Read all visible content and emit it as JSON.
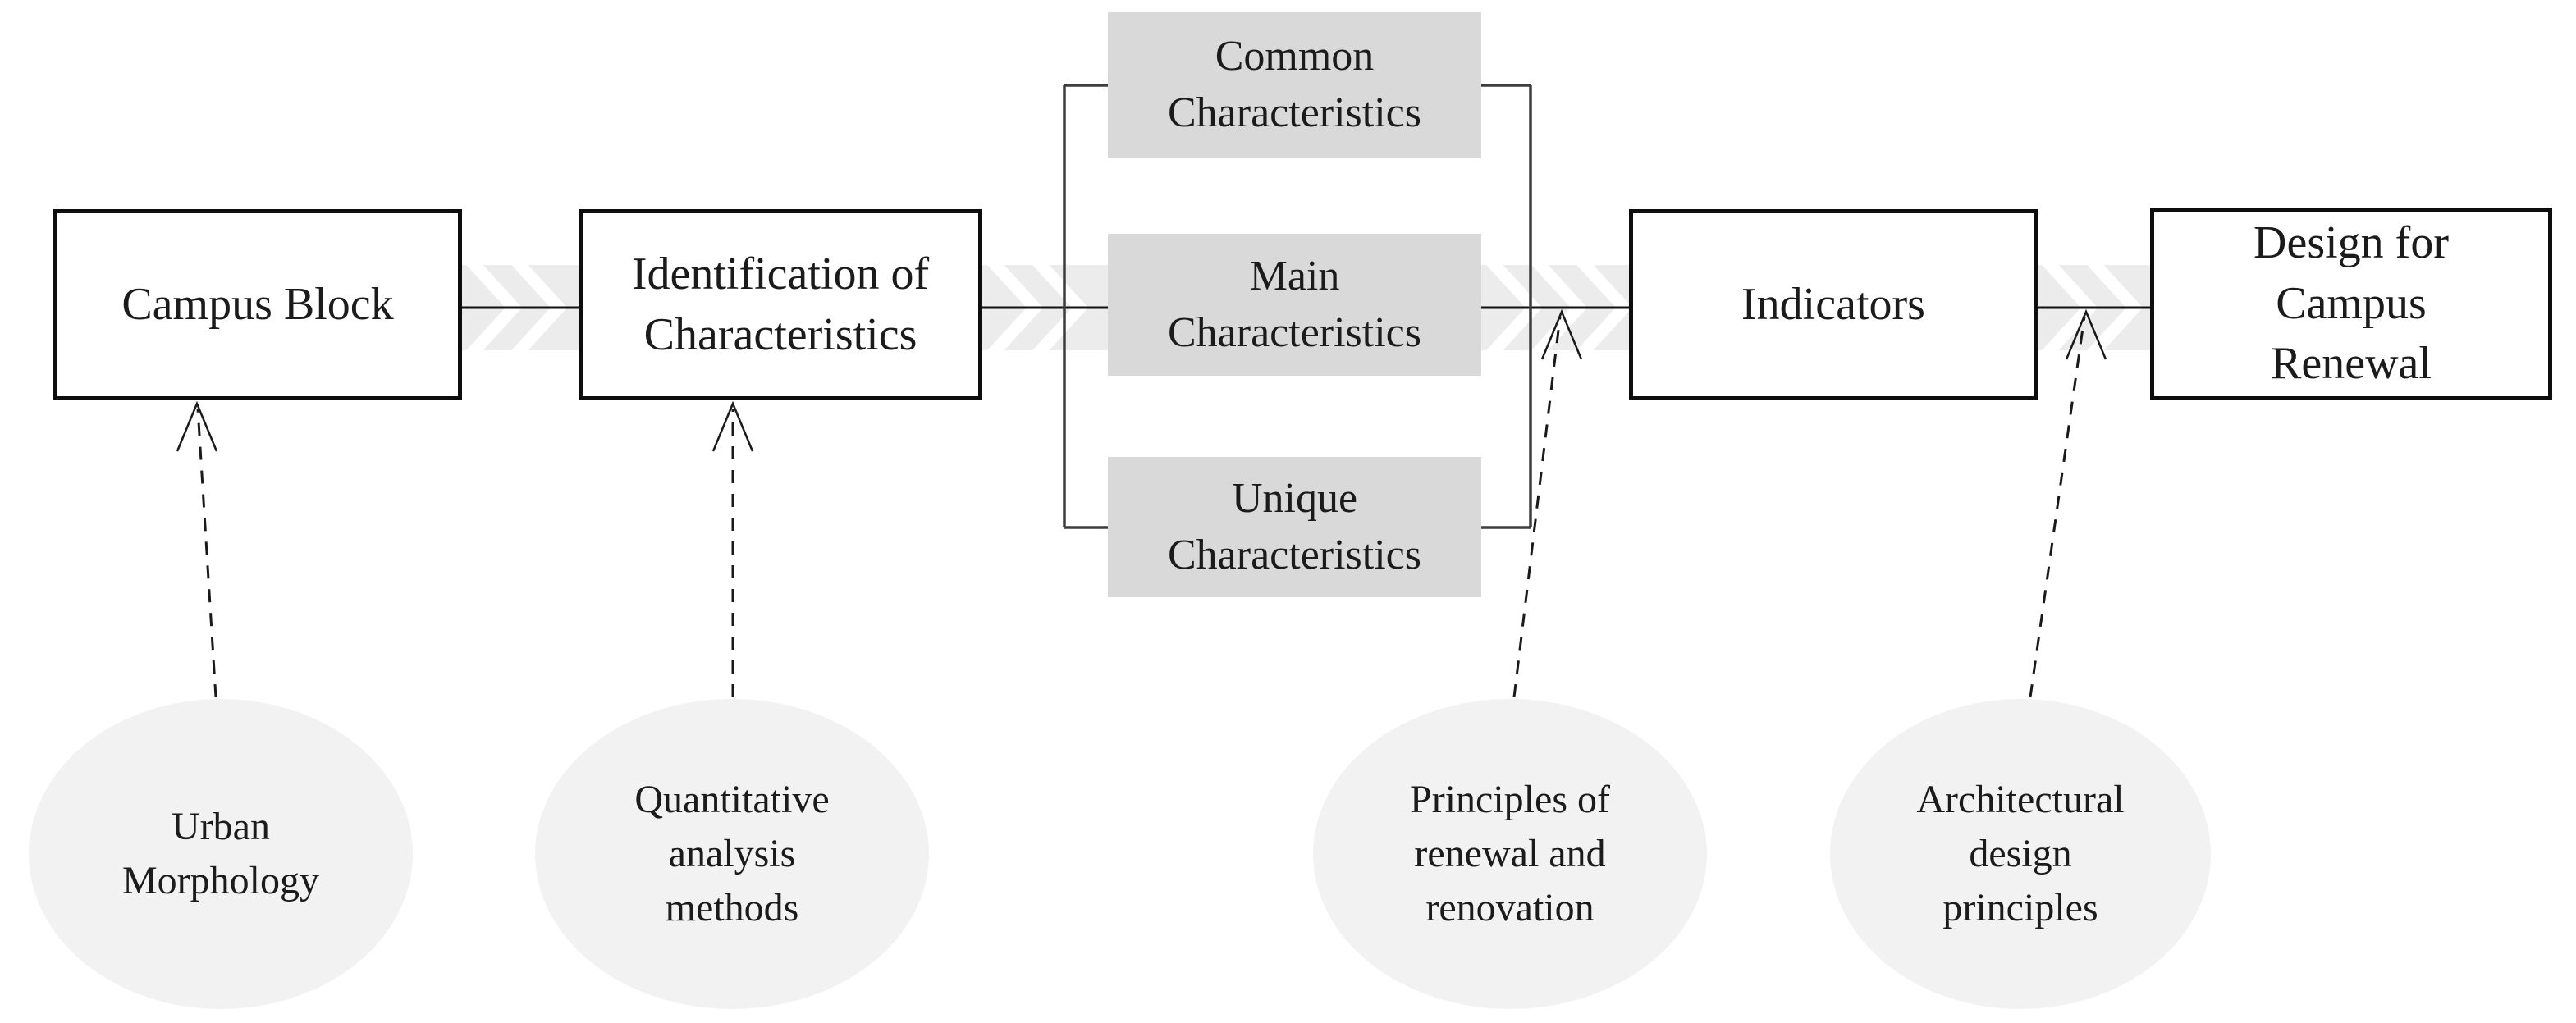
{
  "diagram": {
    "flow_boxes": [
      {
        "label": "Campus Block"
      },
      {
        "label": "Identification of Characteristics"
      },
      {
        "label": "Indicators"
      },
      {
        "label": "Design for Campus Renewal"
      }
    ],
    "characteristic_boxes": [
      {
        "label": "Common Characteristics"
      },
      {
        "label": "Main Characteristics"
      },
      {
        "label": "Unique Characteristics"
      }
    ],
    "input_ellipses": [
      {
        "label": "Urban Morphology"
      },
      {
        "label": "Quantitative analysis methods"
      },
      {
        "label": "Principles of renewal and renovation"
      },
      {
        "label": "Architectural design principles"
      }
    ],
    "colors": {
      "box_border": "#0d0d0d",
      "box_fill": "#ffffff",
      "characteristic_fill": "#d9d9d9",
      "ellipse_fill": "#f2f2f2",
      "chevron_band": "#ececec",
      "connector_line": "#111111",
      "bracket_line": "#3d3d3d",
      "dashed_arrow": "#1a1a1a",
      "background": "#ffffff"
    }
  }
}
